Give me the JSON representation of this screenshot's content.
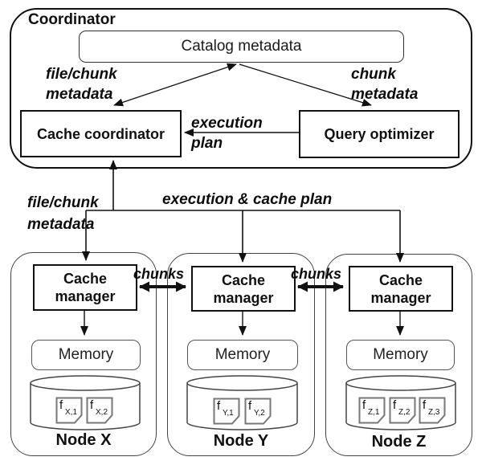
{
  "diagram": {
    "coordinator": {
      "title": "Coordinator",
      "catalog_box": "Catalog metadata",
      "cache_coordinator_box": "Cache coordinator",
      "query_optimizer_box": "Query optimizer"
    },
    "edge_labels": {
      "file_chunk_metadata_top": "file/chunk\nmetadata",
      "chunk_metadata": "chunk\nmetadata",
      "execution_plan": "execution\nplan",
      "file_chunk_metadata_mid": "file/chunk\nmetadata",
      "execution_cache_plan": "execution & cache plan",
      "chunks_x_y": "chunks",
      "chunks_y_z": "chunks"
    },
    "nodes": [
      {
        "name": "Node X",
        "cache_manager": "Cache manager",
        "memory": "Memory",
        "files": [
          {
            "base": "f",
            "sub": "X,1"
          },
          {
            "base": "f",
            "sub": "X,2"
          }
        ]
      },
      {
        "name": "Node Y",
        "cache_manager": "Cache manager",
        "memory": "Memory",
        "files": [
          {
            "base": "f",
            "sub": "Y,1"
          },
          {
            "base": "f",
            "sub": "Y,2"
          }
        ]
      },
      {
        "name": "Node Z",
        "cache_manager": "Cache manager",
        "memory": "Memory",
        "files": [
          {
            "base": "f",
            "sub": "Z,1"
          },
          {
            "base": "f",
            "sub": "Z,2"
          },
          {
            "base": "f",
            "sub": "Z,3"
          }
        ]
      }
    ],
    "colors": {
      "line": "#111111",
      "soft_border": "#555555",
      "background": "#ffffff"
    }
  }
}
